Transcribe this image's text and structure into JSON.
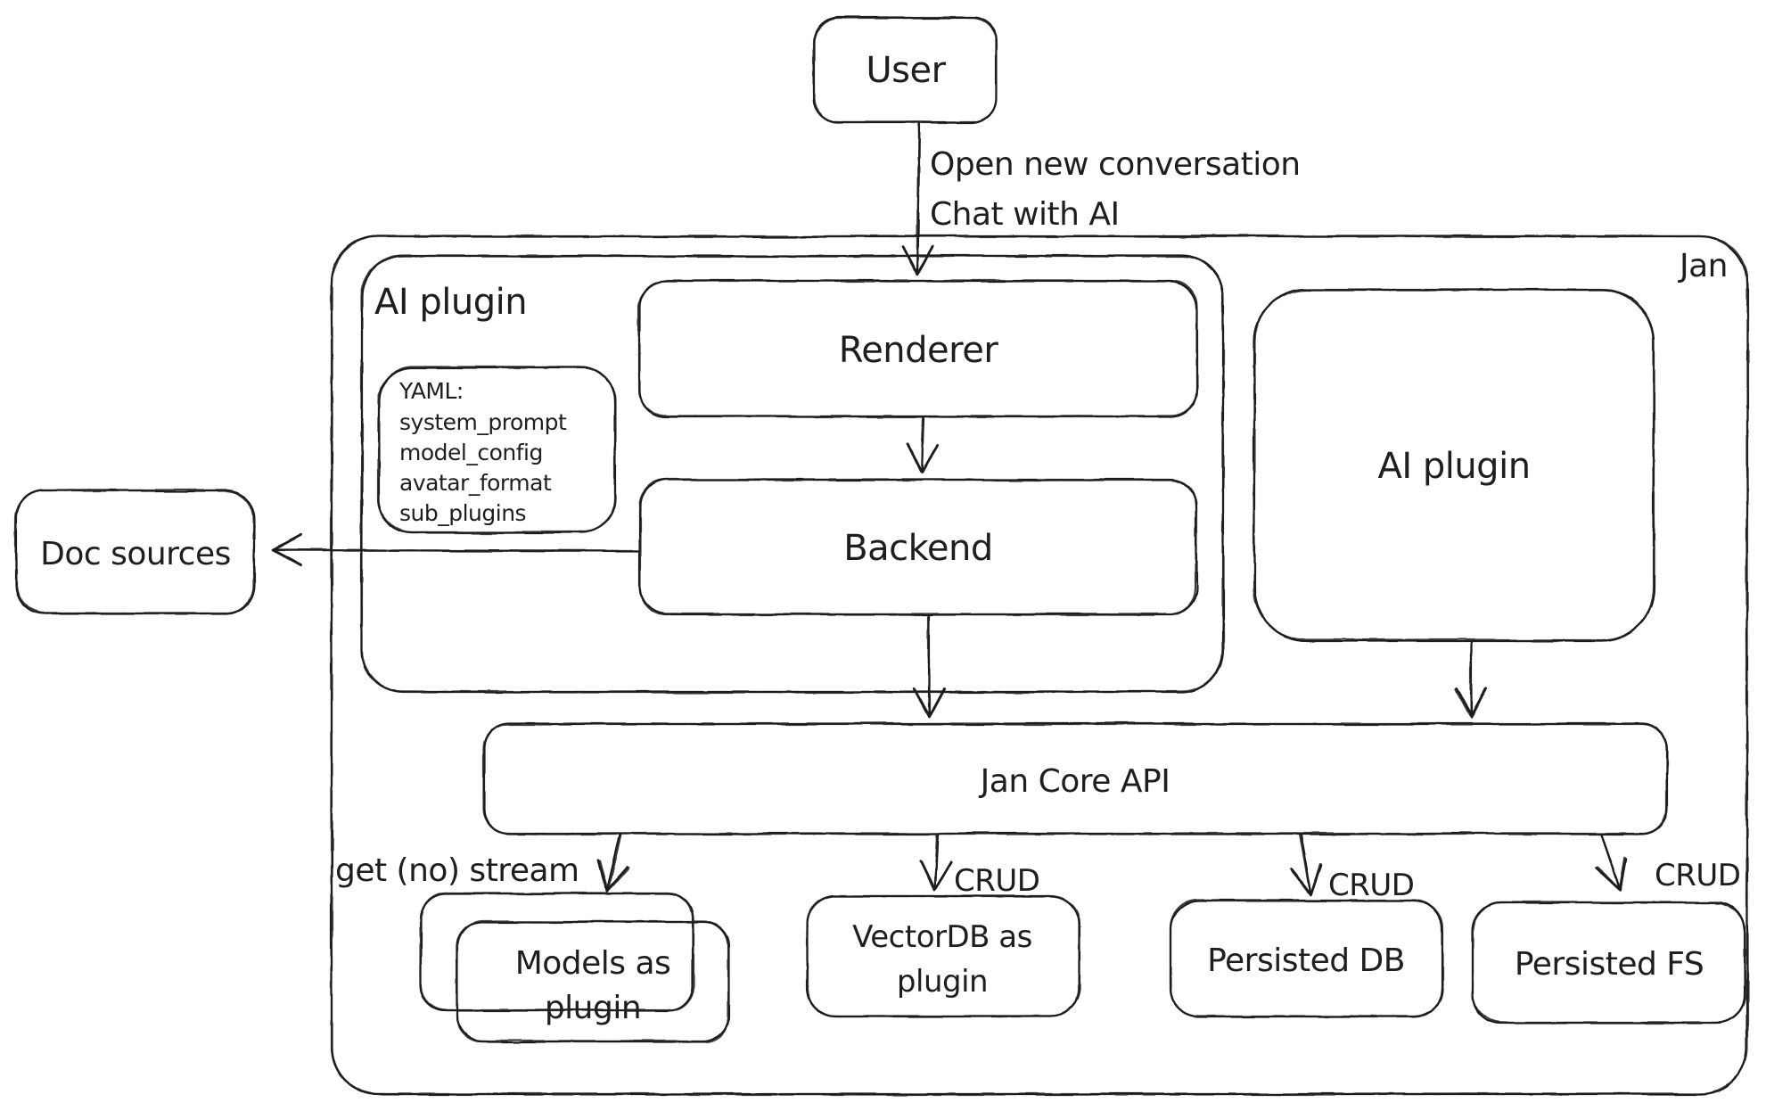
{
  "diagram": {
    "colors": {
      "stroke": "#1e1e1e",
      "background": "#ffffff"
    },
    "nodes": {
      "user": {
        "label": "User"
      },
      "jan_container": {
        "label": "Jan"
      },
      "ai_plugin_container": {
        "label": "AI plugin"
      },
      "renderer": {
        "label": "Renderer"
      },
      "backend": {
        "label": "Backend"
      },
      "yaml_note": {
        "lines": [
          "YAML:",
          "system_prompt",
          "model_config",
          "avatar_format",
          "sub_plugins"
        ]
      },
      "ai_plugin": {
        "label": "AI plugin"
      },
      "doc_sources": {
        "label": "Doc sources"
      },
      "jan_core_api": {
        "label": "Jan Core API"
      },
      "models_plugin": {
        "line1": "Models as",
        "line2": "plugin"
      },
      "vectordb_plugin": {
        "line1": "VectorDB as",
        "line2": "plugin"
      },
      "persisted_db": {
        "label": "Persisted DB"
      },
      "persisted_fs": {
        "label": "Persisted FS"
      }
    },
    "edges": {
      "user_to_renderer": {
        "line1": "Open new conversation",
        "line2": "Chat with AI"
      },
      "api_to_models": {
        "label": "get (no) stream"
      },
      "api_to_vectordb": {
        "label": "CRUD"
      },
      "api_to_persisted_db": {
        "label": "CRUD"
      },
      "api_to_persisted_fs": {
        "label": "CRUD"
      }
    }
  }
}
